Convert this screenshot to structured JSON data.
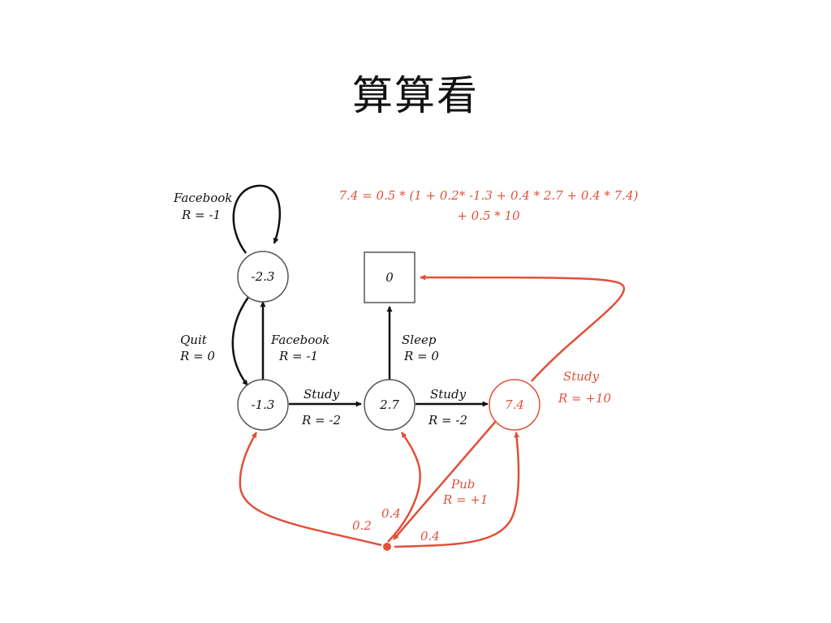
{
  "title": "算算看",
  "colors": {
    "black": "#111111",
    "red": "#e0503a"
  },
  "equation": {
    "line1": "7.4 = 0.5 * (1 + 0.2* -1.3 + 0.4 * 2.7 + 0.4 * 7.4)",
    "line2": "+ 0.5 * 10"
  },
  "states": {
    "facebook_state": "-2.3",
    "class1": "-1.3",
    "class2": "2.7",
    "class3": "7.4",
    "sleep": "0"
  },
  "edges": {
    "facebook_loop": {
      "action": "Facebook",
      "reward": "R = -1"
    },
    "quit": {
      "action": "Quit",
      "reward": "R = 0"
    },
    "facebook": {
      "action": "Facebook",
      "reward": "R = -1"
    },
    "sleep": {
      "action": "Sleep",
      "reward": "R = 0"
    },
    "study1": {
      "action": "Study",
      "reward": "R = -2"
    },
    "study2": {
      "action": "Study",
      "reward": "R = -2"
    },
    "study3": {
      "action": "Study",
      "reward": "R = +10"
    },
    "pub": {
      "action": "Pub",
      "reward": "R = +1"
    }
  },
  "probabilities": {
    "to_class1": "0.2",
    "to_class2": "0.4",
    "to_class3": "0.4"
  }
}
